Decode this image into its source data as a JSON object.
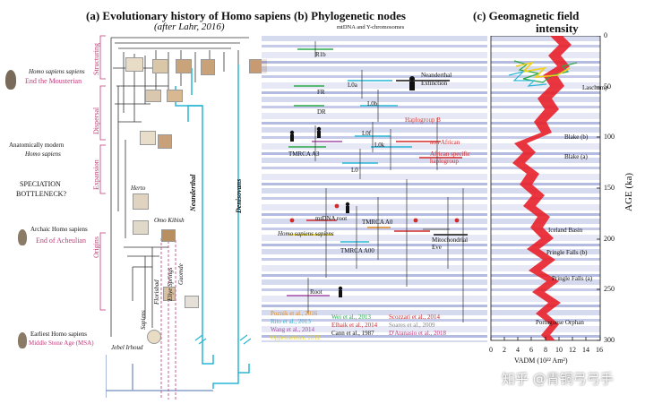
{
  "panel_a": {
    "title": "(a)  Evolutionary history of Homo sapiens",
    "subtitle": "(after Lahr, 2016)",
    "stages": [
      "Structuring",
      "Dispersal",
      "Expansion",
      "Origins"
    ],
    "left_labels": [
      {
        "main": "Homo sapiens sapiens",
        "sub": "End the Mousterian"
      },
      {
        "main": "Anatomically modern",
        "sub": "Homo sapiens"
      },
      {
        "main": "SPECIATION",
        "sub": "BOTTLENECK?"
      },
      {
        "main": "Archaic Homo sapiens",
        "sub": "End of Acheulian"
      },
      {
        "main": "Earliest Homo sapiens",
        "sub": "Middle Stone Age (MSA)"
      }
    ],
    "sites": [
      "Herto",
      "Omo Kibish",
      "Florisbad",
      "Eliye Springs",
      "Guomde",
      "Sapiens",
      "Jebel Irhoud"
    ],
    "lineages": [
      "Neanderthal",
      "Denisovans"
    ]
  },
  "panel_b": {
    "title": "(b)  Phylogenetic nodes",
    "subtitle": "mtDNA and Y-chromosomes",
    "nodes": [
      "R1b",
      "FR",
      "DR",
      "L0a",
      "L0b",
      "L0f",
      "L0k",
      "L0",
      "TMRCA A3",
      "Haplogroup B",
      "non African",
      "African specific haplogroup",
      "mtDNA root",
      "Homo sapiens sapiens",
      "TMRCA A00",
      "TMRCA A0",
      "Mitochondrial Eve",
      "Root"
    ],
    "neanderthal_note": "Neanderthal Extinction",
    "references_left": [
      "Poznik et al., 2016",
      "Rito et al., 2013",
      "Wang et al., 2014",
      "Oppenheimer, 2012"
    ],
    "references_mid": [
      "Wei et al., 2013",
      "Elhaik et al., 2014",
      "Cann et al., 1987"
    ],
    "references_right": [
      "Scozzari et al., 2014",
      "Soares et al., 2009",
      "D'Atanasio et al., 2018"
    ]
  },
  "panel_c": {
    "title": "(c)  Geomagnetic field",
    "title2": "intensity",
    "events": [
      "Laschamp",
      "Blake (b)",
      "Blake (a)",
      "Iceland Basin",
      "Pringle Falls (b)",
      "Pringle Falls (a)",
      "Portuguese Orphan"
    ],
    "ylabel": "AGE (ka)",
    "xlabel": "VADM (10²² Am²)",
    "xticks": [
      "0",
      "2",
      "4",
      "6",
      "8",
      "10",
      "12",
      "14",
      "16"
    ],
    "yticks": [
      "0",
      "50",
      "100",
      "150",
      "200",
      "250",
      "300"
    ]
  },
  "watermark": "知乎 @青铜弓弓手",
  "colors": {
    "pink": "#c0397a",
    "cyan": "#29b6d6",
    "green": "#2aa84a",
    "red": "#d12b2b",
    "orange": "#e08a1e",
    "purple": "#a64ca6",
    "band": "#b9bfdf"
  }
}
